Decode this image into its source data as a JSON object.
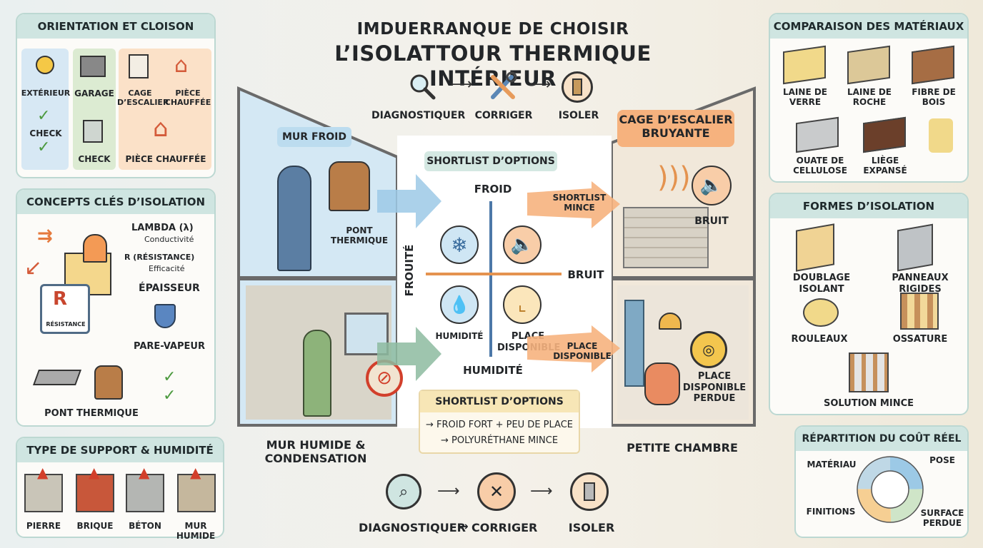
{
  "title": {
    "line1": "IMDUERRANQUE DE CHOISIR",
    "line2": "L’ISOLATTOUR THERMIQUE INTÉRIEUR"
  },
  "top_flow": {
    "step1": "DIAGNOSTIQUER",
    "step2": "CORRIGER",
    "step3": "ISOLER"
  },
  "bottom_flow": {
    "step1": "DIAGNOSTIQUER",
    "arrow": "→",
    "step2": "CORRIGER",
    "step3": "ISOLER"
  },
  "orientation": {
    "title": "ORIENTATION ET CLOISON",
    "exterieur": "EXTÉRIEUR",
    "check1": "CHECK",
    "garage": "GARAGE",
    "check2": "CHECK",
    "cage": "CAGE\nD’ESCALIER",
    "piece1": "PIÈCE\nCHAUFFÉE",
    "piece2": "PIÈCE CHAUFFÉE"
  },
  "concepts": {
    "title": "CONCEPTS CLÉS D’ISOLATION",
    "lambda": "LAMBDA (λ)",
    "lambda_sub": "Conductivité",
    "r": "R (RÉSISTANCE)",
    "r_sub": "Efficacité",
    "epaisseur": "ÉPAISSEUR",
    "r_letter": "R",
    "resistance": "RÉSISTANCE",
    "pare_vapeur": "PARE-VAPEUR",
    "pont": "PONT THERMIQUE"
  },
  "support": {
    "title": "TYPE DE SUPPORT & HUMIDITÉ",
    "items": [
      "PIERRE",
      "BRIQUE",
      "BÉTON",
      "MUR HUMIDE"
    ]
  },
  "center": {
    "mur_froid": "MUR FROID",
    "pont": "PONT\nTHERMIQUE",
    "shortlist_title": "SHORTLIST D’OPTIONS",
    "froid": "FROID",
    "bruit": "BRUIT",
    "humidite": "HUMIDITÉ",
    "frouite": "FROUITÉ",
    "q_humidite": "HUMIDITÉ",
    "q_place": "PLACE\nDISPONIBLE",
    "arrow_shortlist": "SHORTLIST\nMINCE",
    "arrow_place": "PLACE\nDISPONIBLE",
    "cage": "CAGE D’ESCALIER\nBRUYANTE",
    "bruit_label": "BRUIT",
    "place_perdue": "PLACE\nDISPONIBLE\nPERDUE",
    "mur_humide": "MUR HUMIDE &\nCONDENSATION",
    "petite_chambre": "PETITE CHAMBRE",
    "shortlist2_title": "SHORTLIST D’OPTIONS",
    "shortlist2_line1": "→ FROID FORT + PEU DE PLACE",
    "shortlist2_line2": "→ POLYURÉTHANE MINCE"
  },
  "materiaux": {
    "title": "COMPARAISON DES MATÉRIAUX",
    "items": [
      "LAINE DE\nVERRE",
      "LAINE DE\nROCHE",
      "FIBRE DE\nBOIS",
      "OUATE DE\nCELLULOSE",
      "LIÈGE\nEXPANSÉ"
    ]
  },
  "formes": {
    "title": "FORMES D’ISOLATION",
    "items": [
      "DOUBLAGE ISOLANT",
      "PANNEAUX RIGIDES",
      "ROULEAUX",
      "OSSATURE",
      "SOLUTION MINCE"
    ]
  },
  "cout": {
    "title": "RÉPARTITION DU COÛT RÉEL",
    "materiau": "MATÉRIAU",
    "pose": "POSE",
    "finitions": "FINITIONS",
    "surface": "SURFACE\nPERDUE"
  },
  "colors": {
    "teal_header": "#cfe5e1",
    "orange": "#f6b27e",
    "blue": "#9cc9e6",
    "green": "#9fc98a"
  }
}
